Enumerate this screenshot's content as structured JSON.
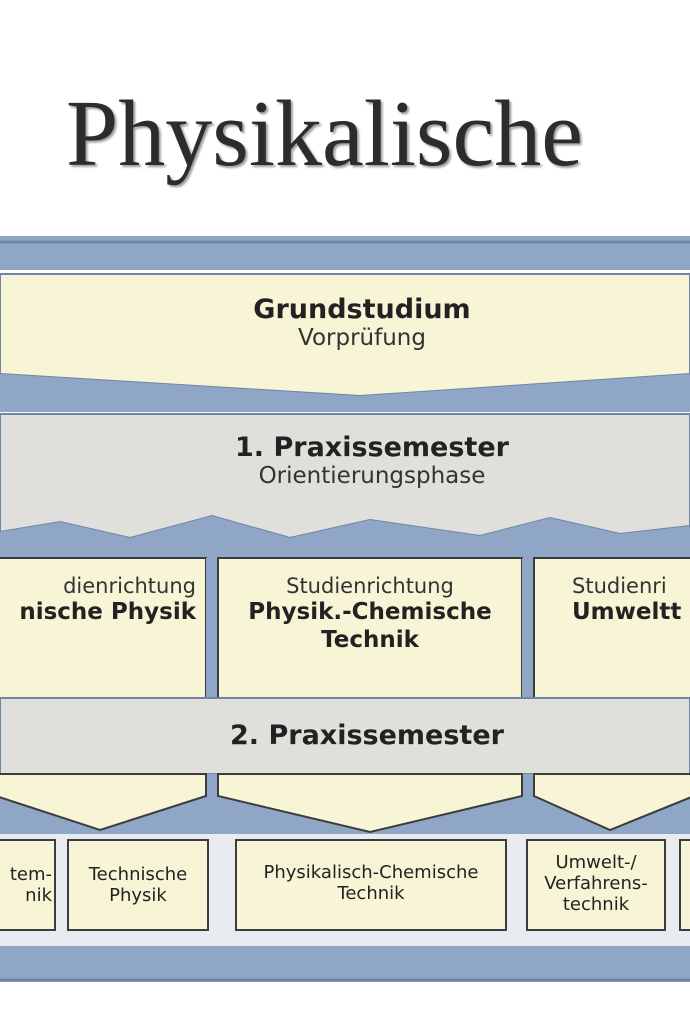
{
  "title": "Physikalische",
  "colors": {
    "band_blue": "#8fa6c6",
    "band_dark": "#6f86a8",
    "box_fill": "#f7f5d6",
    "grey_band": "#e0dfdb",
    "border": "#3c3c3c"
  },
  "grundstudium": {
    "title": "Grundstudium",
    "subtitle": "Vorprüfung"
  },
  "praxis1": {
    "title": "1. Praxissemester",
    "subtitle": "Orientierungsphase"
  },
  "directions": [
    {
      "label": "dienrichtung",
      "name": "nische Physik"
    },
    {
      "label": "Studienrichtung",
      "name": "Physik.-Chemische Technik"
    },
    {
      "label": "Studienri",
      "name": "Umweltt"
    }
  ],
  "praxis2": {
    "title": "2. Praxissemester"
  },
  "specializations": [
    "tem- nik",
    "Technische Physik",
    "Physikalisch-Chemische Technik",
    "Umwelt-/ Verfahrens- technik"
  ]
}
